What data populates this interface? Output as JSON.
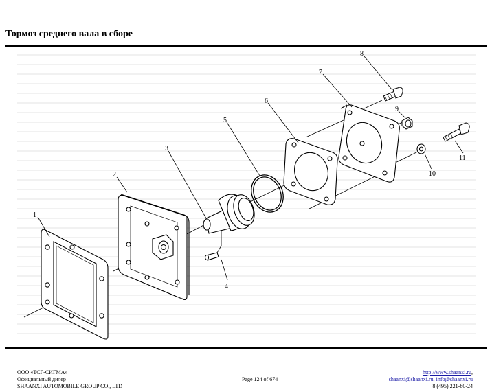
{
  "header": {
    "title": "Тормоз среднего вала в сборе"
  },
  "diagram": {
    "callouts": [
      "1",
      "2",
      "3",
      "4",
      "5",
      "6",
      "7",
      "8",
      "9",
      "10",
      "11"
    ]
  },
  "footer": {
    "company": "ООО «ТСГ-СИГМА»",
    "dealer": "Официальный дилер",
    "manufacturer": "SHAANXI AUTOMOBILE GROUP CO., LTD",
    "page": "Page 124 of 674",
    "website": "http://www.shaanxi.ru",
    "email1": "shaanxi@shaanxi.ru",
    "email2": "info@shaanxi.ru",
    "phone": "8 (495) 221-80-24"
  }
}
